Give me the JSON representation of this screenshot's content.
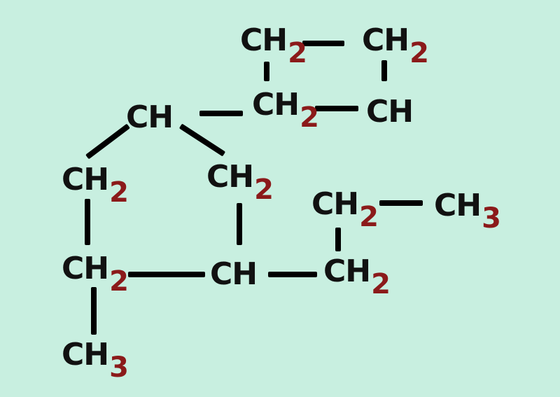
{
  "diagram": {
    "background_color": "#c8efe0",
    "bond_color": "#000000",
    "symbol_color": "#111111",
    "subscript_color": "#8b1a1a",
    "groups": [
      {
        "id": "g1",
        "symbol": "CH",
        "subscript": "2"
      },
      {
        "id": "g2",
        "symbol": "CH",
        "subscript": "2"
      },
      {
        "id": "g3",
        "symbol": "CH",
        "subscript": ""
      },
      {
        "id": "g4",
        "symbol": "CH",
        "subscript": "2"
      },
      {
        "id": "g5",
        "symbol": "CH",
        "subscript": ""
      },
      {
        "id": "g6",
        "symbol": "CH",
        "subscript": "2"
      },
      {
        "id": "g7",
        "symbol": "CH",
        "subscript": "2"
      },
      {
        "id": "g8",
        "symbol": "CH",
        "subscript": "2"
      },
      {
        "id": "g9",
        "symbol": "CH",
        "subscript": "3"
      },
      {
        "id": "g10",
        "symbol": "CH",
        "subscript": "2"
      },
      {
        "id": "g11",
        "symbol": "CH",
        "subscript": ""
      },
      {
        "id": "g12",
        "symbol": "CH",
        "subscript": "2"
      },
      {
        "id": "g13",
        "symbol": "CH",
        "subscript": "3"
      }
    ]
  }
}
